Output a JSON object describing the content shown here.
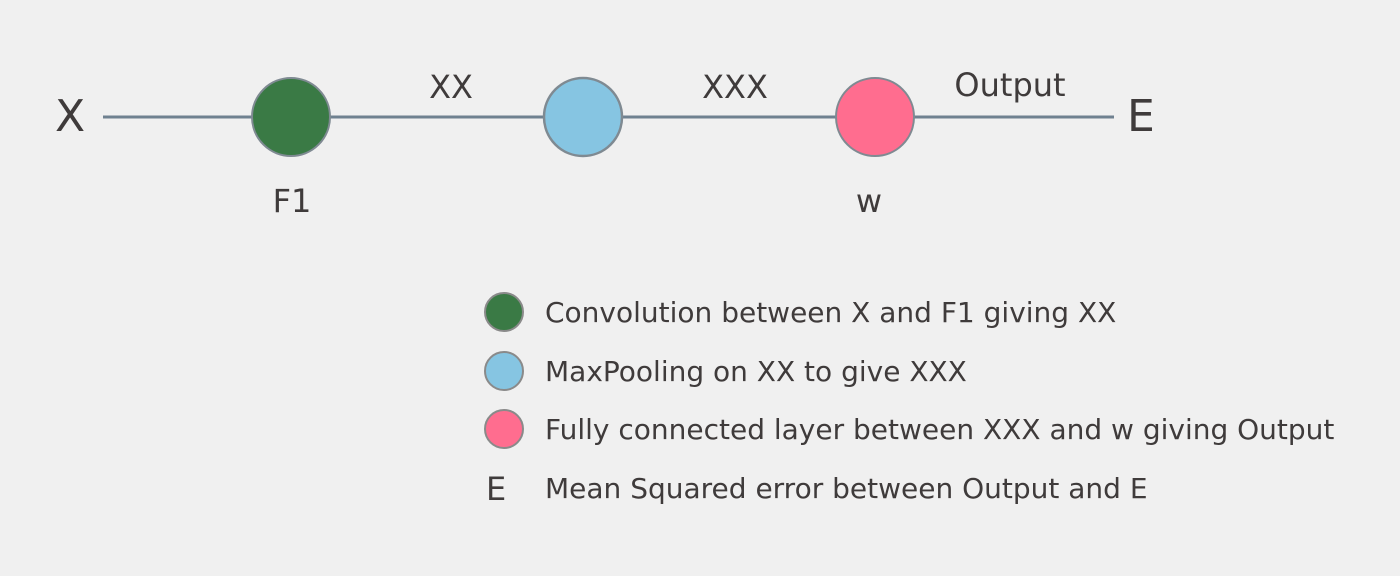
{
  "colors": {
    "background": "#f0f0f0",
    "edge": "#6f8190",
    "text": "#3f3b3b",
    "node_outline": "#7f8a92"
  },
  "nodes": [
    {
      "id": "f1",
      "color": "#3a7a45",
      "label": "F1",
      "description": "Convolution between X and F1 giving XX"
    },
    {
      "id": "pool",
      "color": "#86c5e2",
      "label": "",
      "description": "MaxPooling on XX to give XXX"
    },
    {
      "id": "w",
      "color": "#ff6d8f",
      "label": "w",
      "description": "Fully connected layer between XXX and w giving Output"
    }
  ],
  "endpoints": {
    "input": "X",
    "target": "E"
  },
  "edge_labels": [
    "XX",
    "XXX",
    "Output"
  ],
  "legend": [
    {
      "swatch_color": "#3a7a45",
      "text": "Convolution between X and F1 giving XX"
    },
    {
      "swatch_color": "#86c5e2",
      "text": "MaxPooling on XX to give XXX"
    },
    {
      "swatch_color": "#ff6d8f",
      "text": "Fully connected layer between XXX and w giving Output"
    },
    {
      "swatch_letter": "E",
      "text": "Mean Squared error between Output and E"
    }
  ]
}
